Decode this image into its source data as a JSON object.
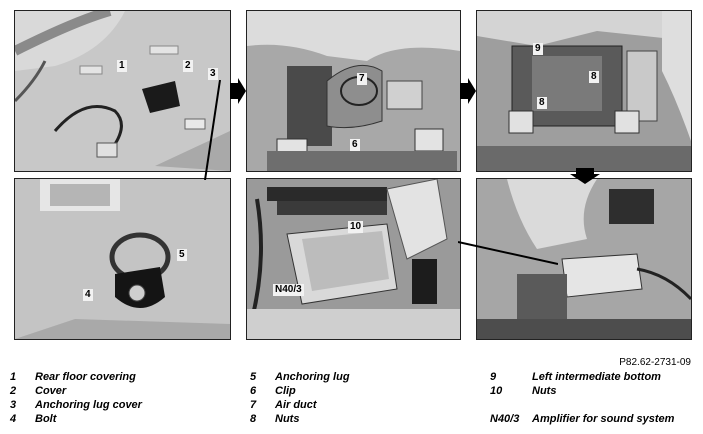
{
  "figure_ref": "P82.62-2731-09",
  "callouts": {
    "p1": [
      "1",
      "2",
      "3"
    ],
    "p2": [
      "7",
      "6"
    ],
    "p3": [
      "9",
      "8",
      "8"
    ],
    "p4": [
      "5",
      "4"
    ],
    "p5": [
      "10",
      "N40/3"
    ]
  },
  "legend": [
    {
      "num": "1",
      "text": "Rear floor covering"
    },
    {
      "num": "2",
      "text": "Cover"
    },
    {
      "num": "3",
      "text": "Anchoring lug cover"
    },
    {
      "num": "4",
      "text": "Bolt"
    },
    {
      "num": "5",
      "text": "Anchoring lug"
    },
    {
      "num": "6",
      "text": "Clip"
    },
    {
      "num": "7",
      "text": "Air duct"
    },
    {
      "num": "8",
      "text": "Nuts"
    },
    {
      "num": "9",
      "text": "Left intermediate bottom"
    },
    {
      "num": "10",
      "text": "Nuts"
    },
    {
      "num": "N40/3",
      "text": "Amplifier for sound system"
    }
  ],
  "colors": {
    "photo_bg": "#bdbdbd",
    "arrow": "#000000",
    "text": "#000000"
  }
}
